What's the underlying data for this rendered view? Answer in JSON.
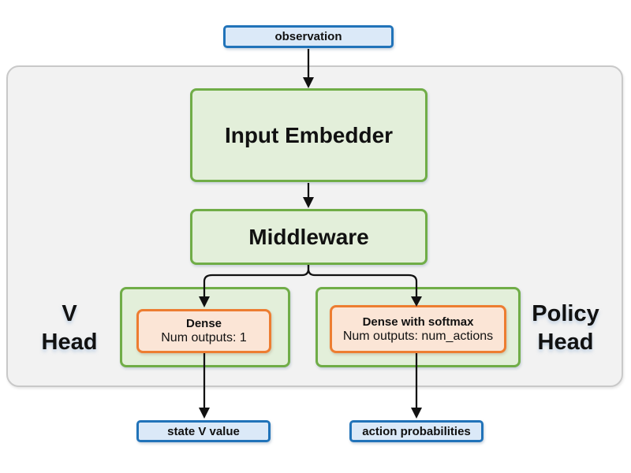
{
  "diagram": {
    "title_semantics": "RL network architecture: observation to V head and Policy head",
    "nodes": {
      "observation": "observation",
      "input_embedder": "Input Embedder",
      "middleware": "Middleware",
      "v_head_line1": "V",
      "v_head_line2": "Head",
      "policy_head_line1": "Policy",
      "policy_head_line2": "Head",
      "v_dense_title": "Dense",
      "v_dense_subtitle": "Num outputs: 1",
      "policy_dense_title": "Dense with softmax",
      "policy_dense_subtitle": "Num outputs: num_actions",
      "state_v_value": "state V value",
      "action_probabilities": "action probabilities"
    },
    "colors": {
      "io_fill": "#dbe9f8",
      "io_border": "#2173b9",
      "block_fill": "#e3efda",
      "block_border": "#70ad47",
      "dense_fill": "#fbe5d6",
      "dense_border": "#ed7d31",
      "panel_fill": "#f2f2f2",
      "panel_border": "#c9c9c9",
      "arrow": "#111111",
      "text": "#111111"
    }
  }
}
